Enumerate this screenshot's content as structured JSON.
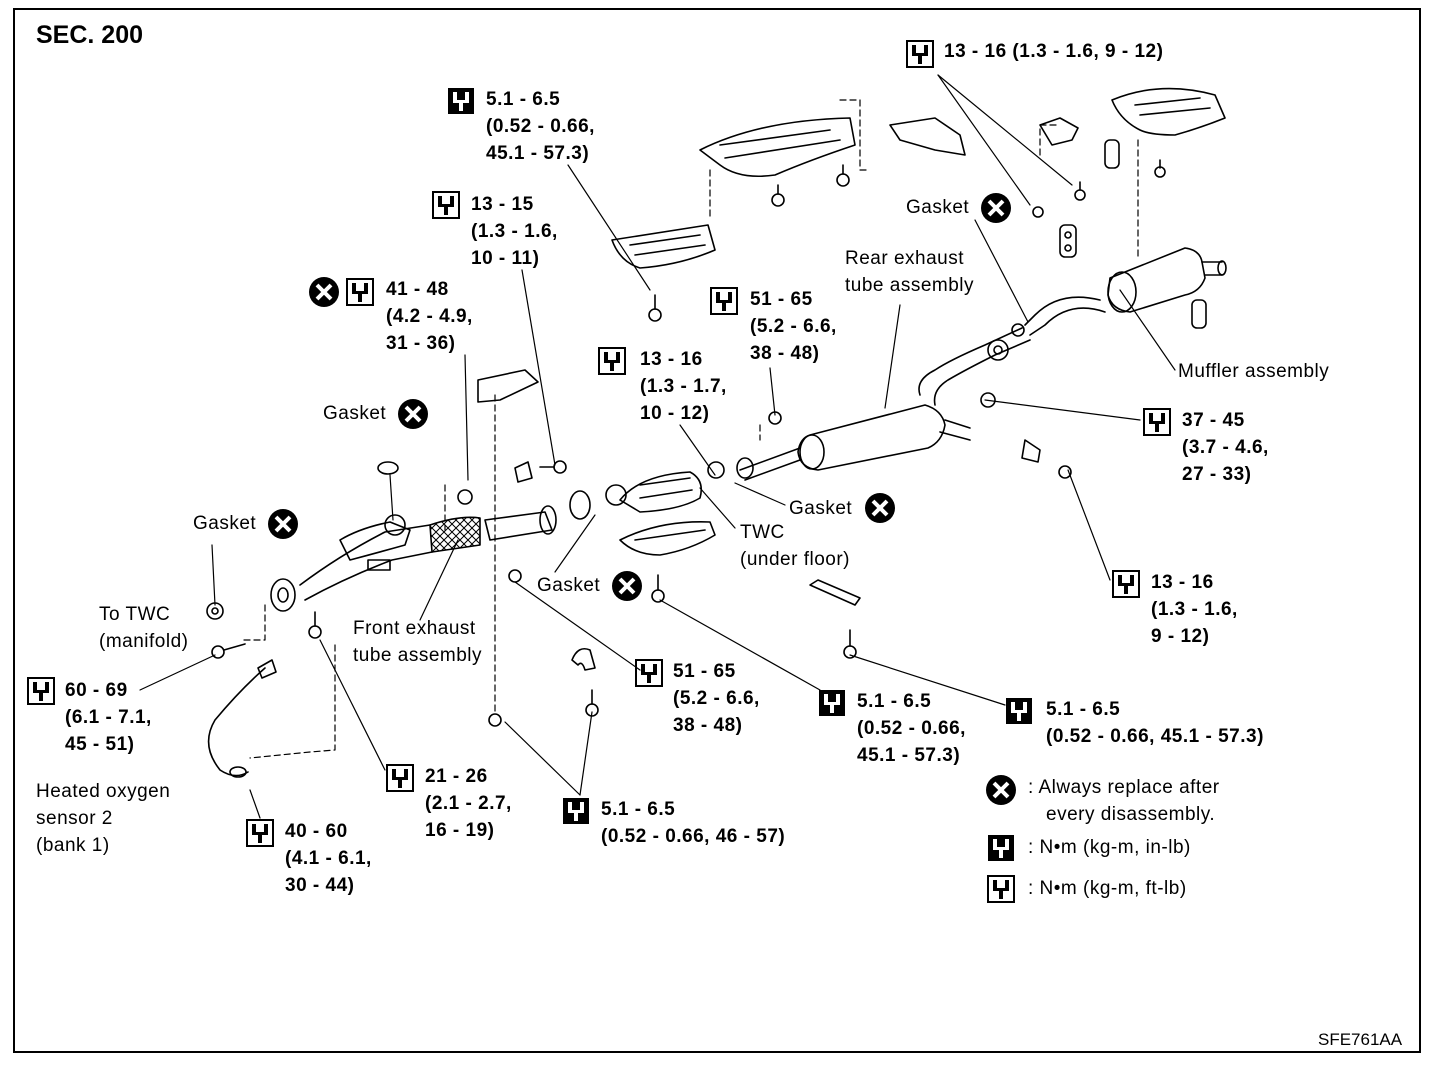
{
  "section": "SEC. 200",
  "figure_code": "SFE761AA",
  "torques": {
    "t_top_right": {
      "l1": "13 - 16 (1.3 - 1.6, 9 - 12)"
    },
    "t_heat_shield_top": {
      "l1": "5.1 - 6.5",
      "l2": "(0.52 - 0.66,",
      "l3": "45.1 - 57.3)"
    },
    "t_13_15": {
      "l1": "13 - 15",
      "l2": "(1.3 - 1.6,",
      "l3": "10 - 11)"
    },
    "t_41_48": {
      "l1": "41 - 48",
      "l2": "(4.2 - 4.9,",
      "l3": "31 - 36)"
    },
    "t_51_65_top": {
      "l1": "51 - 65",
      "l2": "(5.2 - 6.6,",
      "l3": "38 - 48)"
    },
    "t_13_16_mid": {
      "l1": "13 - 16",
      "l2": "(1.3 - 1.7,",
      "l3": "10 - 12)"
    },
    "t_37_45": {
      "l1": "37 - 45",
      "l2": "(3.7 - 4.6,",
      "l3": "27 - 33)"
    },
    "t_13_16_right": {
      "l1": "13 - 16",
      "l2": "(1.3 - 1.6,",
      "l3": "9 - 12)"
    },
    "t_60_69": {
      "l1": "60 - 69",
      "l2": "(6.1 - 7.1,",
      "l3": "45 - 51)"
    },
    "t_21_26": {
      "l1": "21 - 26",
      "l2": "(2.1 - 2.7,",
      "l3": "16 - 19)"
    },
    "t_40_60": {
      "l1": "40 - 60",
      "l2": "(4.1 - 6.1,",
      "l3": "30 - 44)"
    },
    "t_51_65_low": {
      "l1": "51 - 65",
      "l2": "(5.2 - 6.6,",
      "l3": "38 - 48)"
    },
    "t_5_1_center": {
      "l1": "5.1 - 6.5",
      "l2": "(0.52 - 0.66,",
      "l3": "45.1 - 57.3)"
    },
    "t_5_1_right": {
      "l1": "5.1 - 6.5",
      "l2": "(0.52 - 0.66, 45.1 - 57.3)"
    },
    "t_5_1_bottom": {
      "l1": "5.1 - 6.5",
      "l2": "(0.52 - 0.66, 46 - 57)"
    }
  },
  "labels": {
    "gasket": "Gasket",
    "rear_tube_l1": "Rear exhaust",
    "rear_tube_l2": "tube assembly",
    "muffler": "Muffler assembly",
    "twc_l1": "TWC",
    "twc_l2": "(under floor)",
    "front_tube_l1": "Front exhaust",
    "front_tube_l2": "tube assembly",
    "to_twc_l1": "To TWC",
    "to_twc_l2": "(manifold)",
    "sensor_l1": "Heated oxygen",
    "sensor_l2": "sensor 2",
    "sensor_l3": "(bank 1)"
  },
  "legend": {
    "replace_l1": ": Always replace after",
    "replace_l2": "every disassembly.",
    "inlb": ": N•m (kg-m, in-lb)",
    "ftlb": ": N•m (kg-m, ft-lb)"
  },
  "icons": [
    "replace-after-disassembly-icon",
    "torque-in-lb-icon",
    "torque-ft-lb-icon"
  ]
}
